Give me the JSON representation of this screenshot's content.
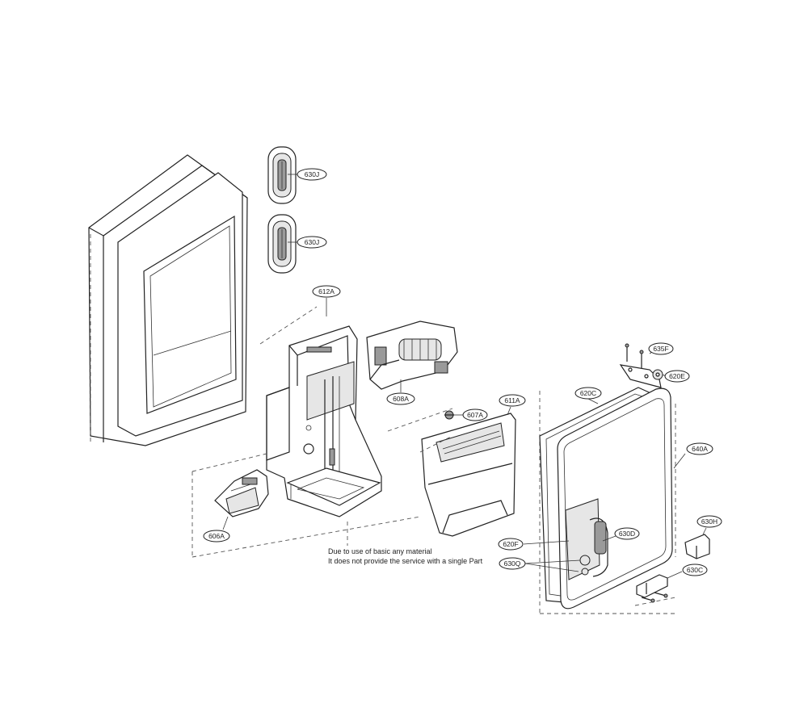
{
  "callouts": {
    "c630j_top": "630J",
    "c630j_bottom": "630J",
    "c612a": "612A",
    "c608a": "608A",
    "c607a": "607A",
    "c611a": "611A",
    "c606a": "606A",
    "c620c": "620C",
    "c635f": "635F",
    "c620e": "620E",
    "c640a": "640A",
    "c630h": "630H",
    "c630d": "630D",
    "c620f": "620F",
    "c630q": "630Q",
    "c630c": "630C"
  },
  "note": {
    "line1": "Due to use of basic any material",
    "line2": "It does not provide the service with a single Part"
  }
}
